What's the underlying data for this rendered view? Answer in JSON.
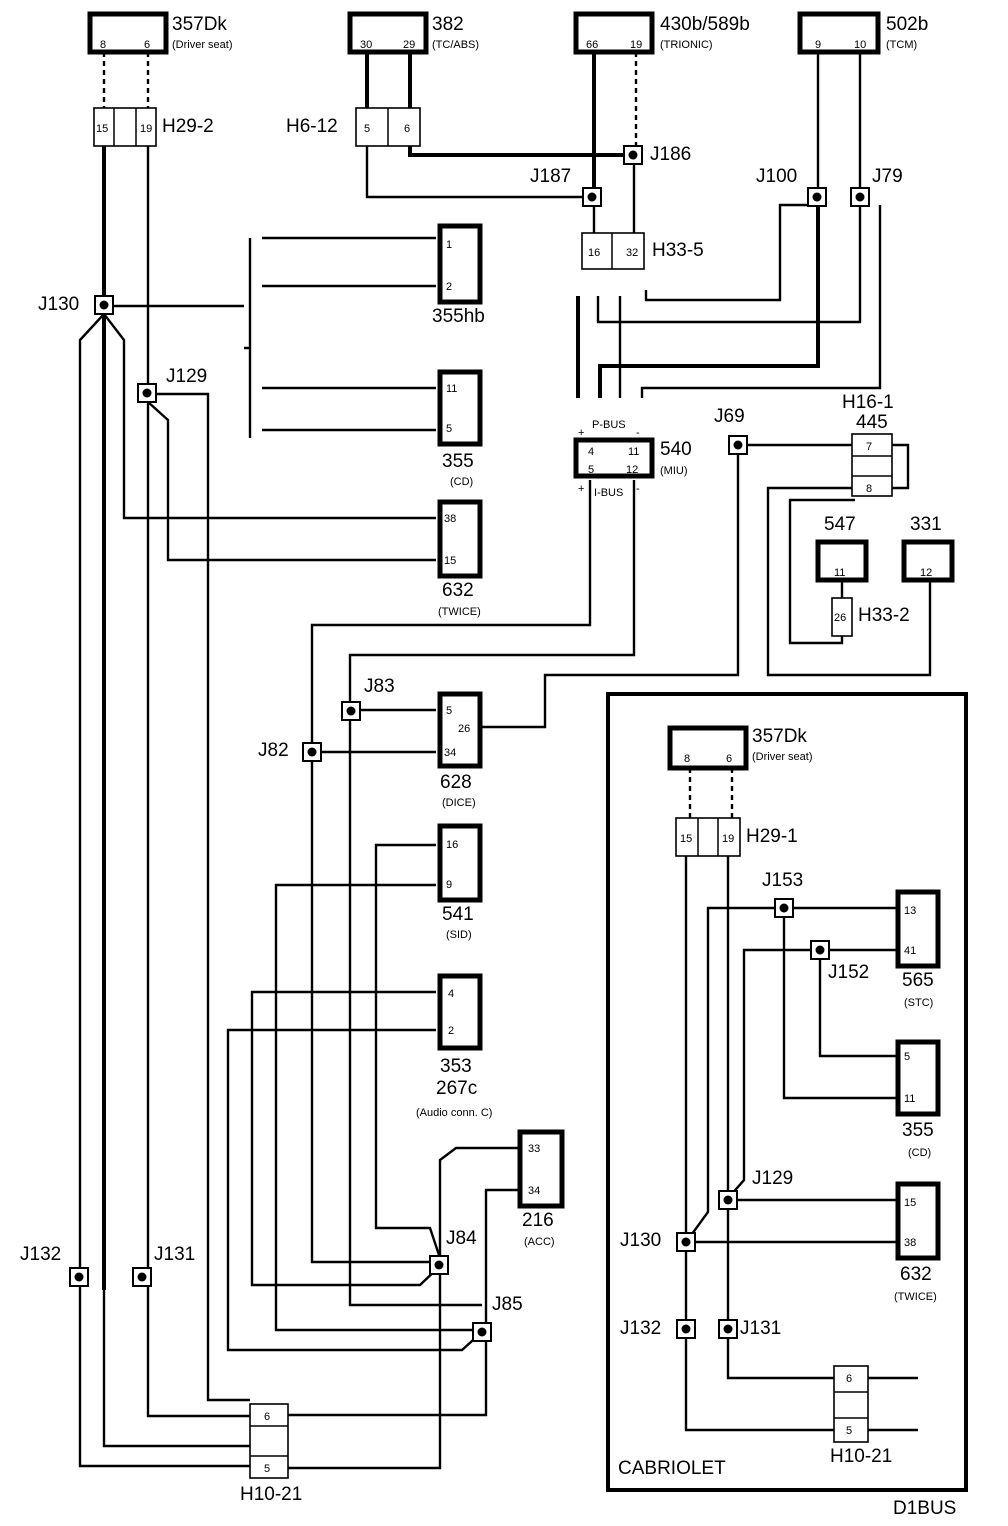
{
  "diagram_id": "D1BUS",
  "cab_label": "CABRIOLET",
  "components": {
    "c357dk": {
      "num": "357Dk",
      "desc": "(Driver seat)",
      "p1": "8",
      "p2": "6"
    },
    "c382": {
      "num": "382",
      "desc": "(TC/ABS)",
      "p1": "30",
      "p2": "29"
    },
    "c430": {
      "num": "430b/589b",
      "desc": "(TRIONIC)",
      "p1": "66",
      "p2": "19"
    },
    "c502": {
      "num": "502b",
      "desc": "(TCM)",
      "p1": "9",
      "p2": "10"
    },
    "c355hb": {
      "num": "355hb",
      "p1": "1",
      "p2": "2"
    },
    "c355": {
      "num": "355",
      "desc": "(CD)",
      "p1": "11",
      "p2": "5"
    },
    "c632": {
      "num": "632",
      "desc": "(TWICE)",
      "p1": "38",
      "p2": "15"
    },
    "c540": {
      "num": "540",
      "desc": "(MIU)",
      "pbus": "P-BUS",
      "ibus": "I-BUS",
      "p4": "4",
      "p11": "11",
      "p5": "5",
      "p12": "12",
      "plus": "+",
      "minus": "-"
    },
    "c445": {
      "num": "445",
      "p7": "7",
      "p8": "8"
    },
    "c547": {
      "num": "547",
      "p1": "11"
    },
    "c331": {
      "num": "331",
      "p1": "12"
    },
    "c628": {
      "num": "628",
      "desc": "(DICE)",
      "p5": "5",
      "p26": "26",
      "p34": "34"
    },
    "c541": {
      "num": "541",
      "desc": "(SID)",
      "p16": "16",
      "p9": "9"
    },
    "c353": {
      "num": "353",
      "num2": "267c",
      "desc": "(Audio conn. C)",
      "p4": "4",
      "p2": "2"
    },
    "c216": {
      "num": "216",
      "desc": "(ACC)",
      "p33": "33",
      "p34": "34"
    },
    "cab357dk": {
      "num": "357Dk",
      "desc": "(Driver seat)",
      "p1": "8",
      "p2": "6"
    },
    "cab565": {
      "num": "565",
      "desc": "(STC)",
      "p13": "13",
      "p41": "41"
    },
    "cab355": {
      "num": "355",
      "desc": "(CD)",
      "p5": "5",
      "p11": "11"
    },
    "cab632": {
      "num": "632",
      "desc": "(TWICE)",
      "p15": "15",
      "p38": "38"
    }
  },
  "connectors": {
    "h29_2": {
      "name": "H29-2",
      "p1": "15",
      "p2": "19"
    },
    "h6_12": {
      "name": "H6-12",
      "p1": "5",
      "p2": "6"
    },
    "h33_5": {
      "name": "H33-5",
      "p1": "16",
      "p2": "32"
    },
    "h16_1": {
      "name": "H16-1"
    },
    "h33_2": {
      "name": "H33-2",
      "p1": "26"
    },
    "h10_21": {
      "name": "H10-21",
      "p1": "6",
      "p2": "5"
    },
    "h29_1": {
      "name": "H29-1",
      "p1": "15",
      "p2": "19"
    },
    "cab_h10_21": {
      "name": "H10-21",
      "p1": "6",
      "p2": "5"
    }
  },
  "junctions": {
    "j186": "J186",
    "j187": "J187",
    "j100": "J100",
    "j79": "J79",
    "j130": "J130",
    "j129": "J129",
    "j69": "J69",
    "j83": "J83",
    "j82": "J82",
    "j84": "J84",
    "j85": "J85",
    "j132": "J132",
    "j131": "J131",
    "cab_j153": "J153",
    "cab_j152": "J152",
    "cab_j129": "J129",
    "cab_j130": "J130",
    "cab_j132": "J132",
    "cab_j131": "J131"
  }
}
